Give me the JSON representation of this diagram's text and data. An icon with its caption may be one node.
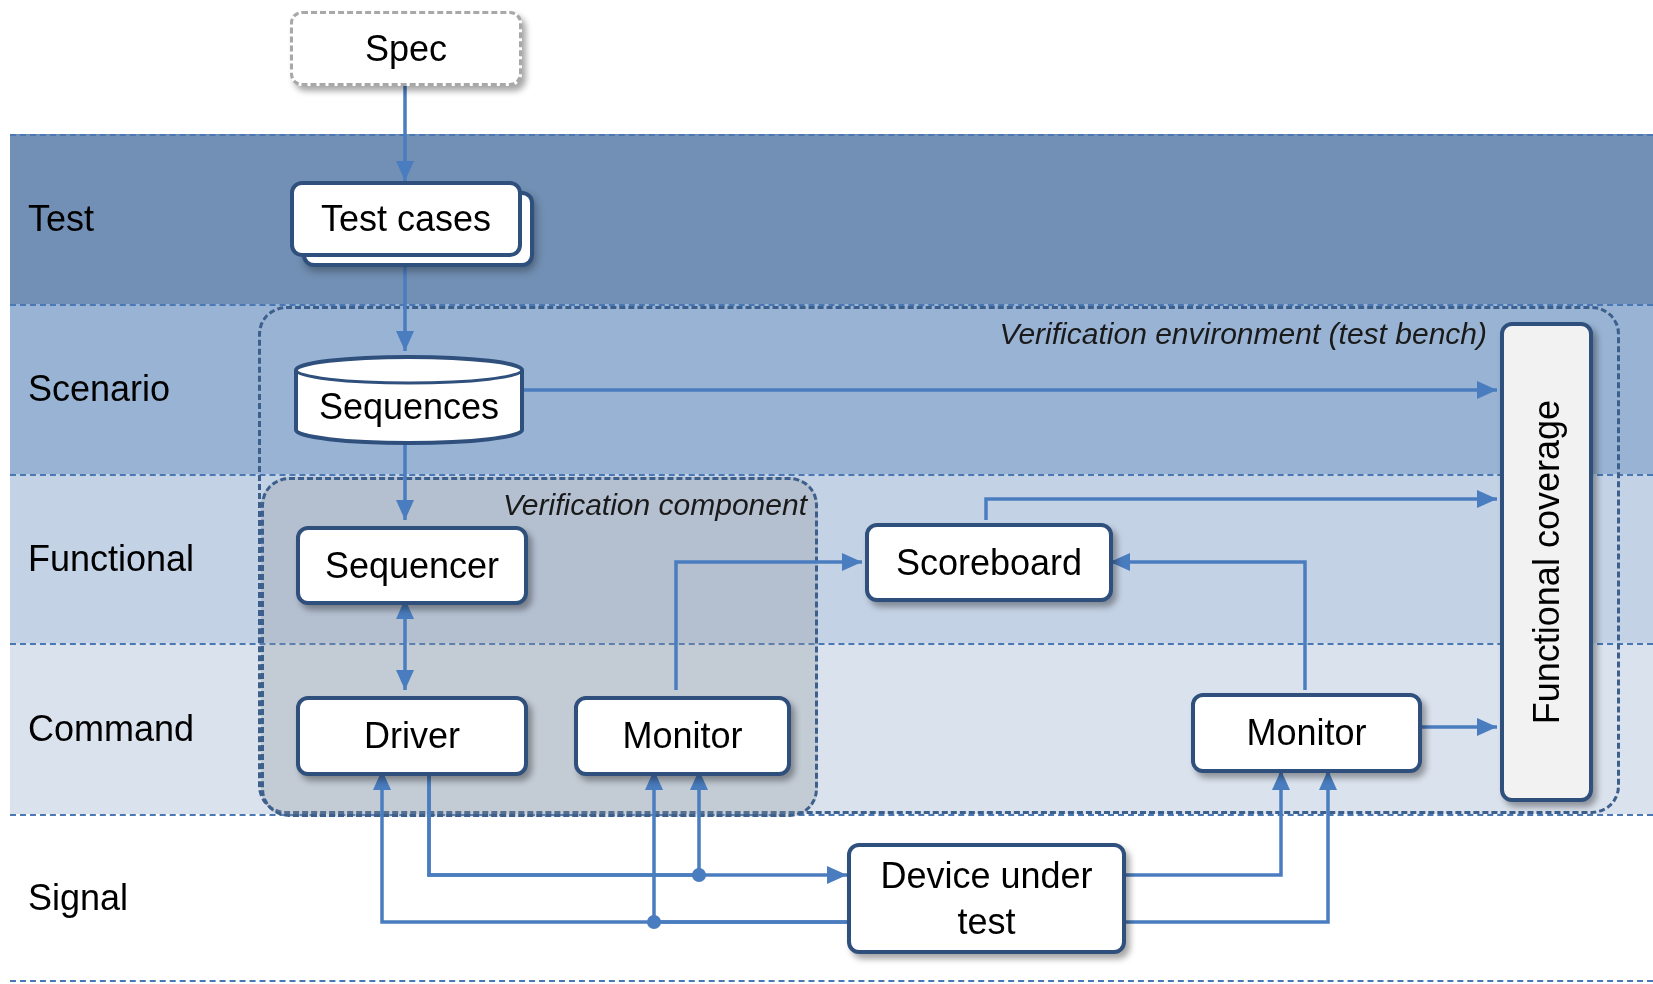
{
  "diagram": {
    "nodes": [
      {
        "text": [
          "Spec"
        ]
      },
      {
        "text": [
          "Test cases"
        ]
      },
      {
        "text": [
          "Verification environment (test bench)"
        ]
      },
      {
        "text": [
          "Sequences"
        ],
        "in": 2
      },
      {
        "text": [
          "Functional coverage"
        ],
        "in": 2
      },
      {
        "text": [
          "Verification component"
        ],
        "in": 2
      },
      {
        "text": [
          "Sequencer"
        ],
        "in": 5
      },
      {
        "text": [
          "Scoreboard"
        ],
        "in": 2
      },
      {
        "text": [
          "Driver"
        ],
        "in": 5
      },
      {
        "text": [
          "Monitor"
        ],
        "in": 5
      },
      {
        "text": [
          "Monitor"
        ],
        "in": 2
      },
      {
        "text": [
          "Device under test"
        ]
      }
    ],
    "edges": [
      {
        "from": 0,
        "to": 1,
        "arrow": "to"
      },
      {
        "from": 1,
        "to": 3,
        "arrow": "to"
      },
      {
        "from": 3,
        "to": 4,
        "arrow": "to"
      },
      {
        "from": 3,
        "to": 6,
        "arrow": "to"
      },
      {
        "from": 6,
        "to": 8,
        "arrow": "both"
      },
      {
        "from": 9,
        "to": 7,
        "arrow": "to"
      },
      {
        "from": 7,
        "to": 4,
        "arrow": "to"
      },
      {
        "from": 10,
        "to": 7,
        "arrow": "to"
      },
      {
        "from": 10,
        "to": 4,
        "arrow": "to"
      },
      {
        "from": 8,
        "to": 11,
        "arrow": "to"
      },
      {
        "from": 8,
        "to": 9,
        "arrow": "to"
      },
      {
        "from": 11,
        "to": 8,
        "arrow": "to"
      },
      {
        "from": 11,
        "to": 9,
        "arrow": "to"
      },
      {
        "from": 11,
        "to": 10,
        "arrow": "to"
      },
      {
        "from": 11,
        "to": 10,
        "arrow": "to"
      }
    ],
    "labels": [
      "Test",
      "Scenario",
      "Functional",
      "Command",
      "Signal"
    ]
  }
}
